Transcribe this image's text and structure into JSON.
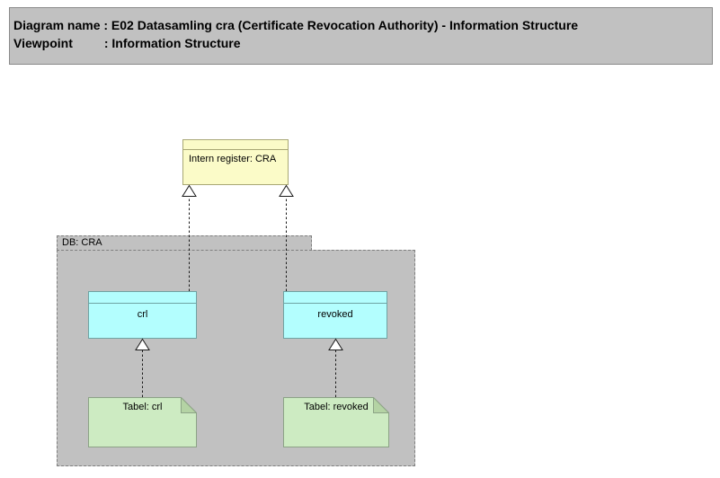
{
  "header": {
    "line1": "Diagram name : E02 Datasamling cra (Certificate Revocation Authority) - Information Structure",
    "line2": "Viewpoint         : Information Structure"
  },
  "nodes": {
    "intern_register": {
      "label": "Intern register: CRA"
    },
    "grouping": {
      "label": "DB: CRA"
    },
    "crl": {
      "label": "crl"
    },
    "revoked": {
      "label": "revoked"
    },
    "table_crl": {
      "label": "Tabel: crl"
    },
    "table_revoked": {
      "label": "Tabel: revoked"
    }
  },
  "relations": {
    "crl_to_intern_register": "realization",
    "revoked_to_intern_register": "realization",
    "table_crl_to_crl": "realization",
    "table_revoked_to_revoked": "realization"
  },
  "colors": {
    "canvas-bg": "#FFFFFF",
    "title-fill": "#C1C1C1",
    "title-border": "#8A8A8A",
    "group-fill": "#C1C1C1",
    "group-border": "#7F7F7F",
    "entity-yellow-fill": "#FBFBC8",
    "entity-yellow-border": "#A8A775",
    "entity-cyan-fill": "#B3FEFE",
    "entity-cyan-border": "#6FA3A3",
    "note-green-fill": "#CDEBC2",
    "note-green-border": "#8CA386",
    "note-fold-fill": "#B4D3A4",
    "arrow-color": "#1A1A1A"
  }
}
